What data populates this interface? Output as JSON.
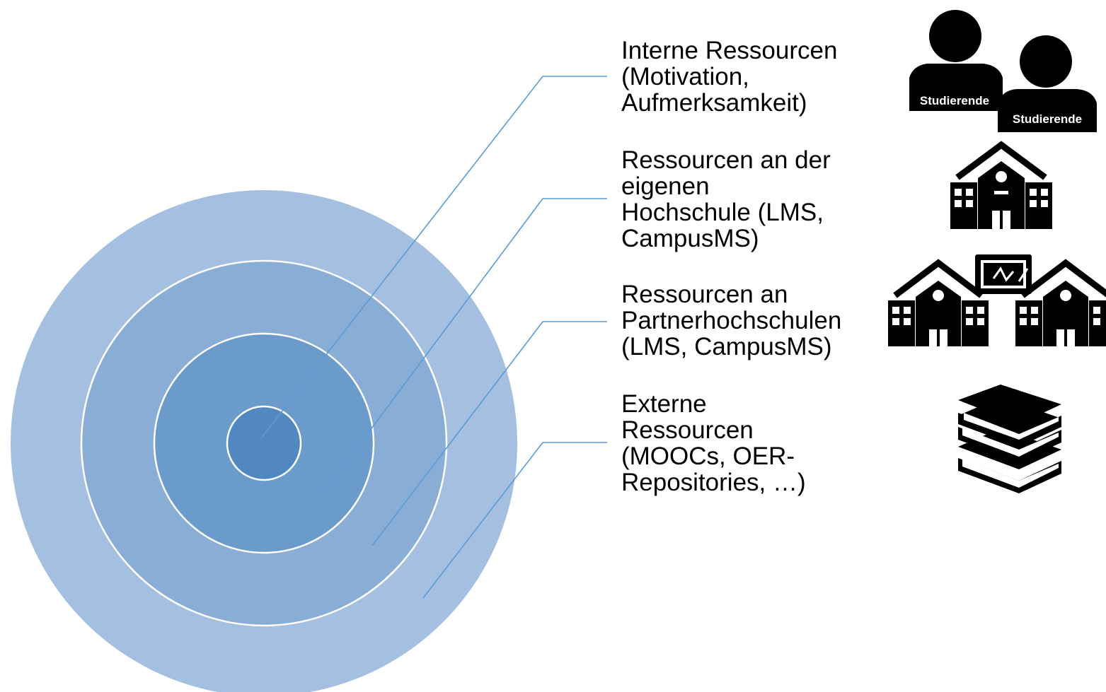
{
  "layers": [
    {
      "id": "internal",
      "lines": [
        "Interne Ressourcen",
        "(Motivation,",
        "Aufmerksamkeit)"
      ],
      "icon": "students-icon",
      "badges": [
        "Studierende",
        "Studierende"
      ]
    },
    {
      "id": "own-university",
      "lines": [
        "Ressourcen an der",
        "eigenen",
        "Hochschule (LMS,",
        "CampusMS)"
      ],
      "icon": "school-building-icon"
    },
    {
      "id": "partner-universities",
      "lines": [
        "Ressourcen an",
        "Partnerhochschulen",
        "(LMS, CampusMS)"
      ],
      "icon": "partner-schools-icon"
    },
    {
      "id": "external",
      "lines": [
        "Externe",
        "Ressourcen",
        "(MOOCs, OER-",
        "Repositories, …)"
      ],
      "icon": "books-icon"
    }
  ],
  "colors": {
    "ring_outer": "#a5bfe1",
    "ring_2": "#8aadd6",
    "ring_3": "#6b9bca",
    "ring_core": "#5088bf",
    "ring_border": "#ffffff",
    "leader_line": "#5b9bd5",
    "icon": "#000000"
  }
}
